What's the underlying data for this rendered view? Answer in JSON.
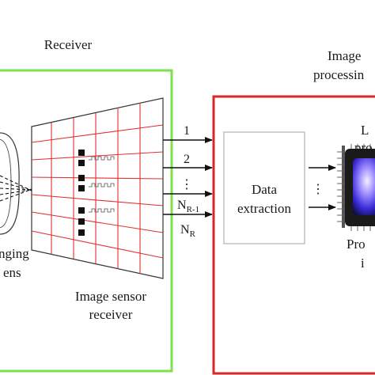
{
  "receiver": {
    "title": "Receiver",
    "lens_label_line1": "nging",
    "lens_label_line2": "ens",
    "sensor_label_line1": "Image sensor",
    "sensor_label_line2": "receiver"
  },
  "outputs": {
    "line1": "1",
    "line2": "2",
    "dots": "⋮",
    "line_n_minus_1_main": "N",
    "line_n_minus_1_sub": "R-1",
    "line_n_main": "N",
    "line_n_sub": "R"
  },
  "processing": {
    "title_line1": "Image",
    "title_line2": "processin",
    "data_extraction_line1": "Data",
    "data_extraction_line2": "extraction",
    "dots": "⋮",
    "chip_label_top1": "L",
    "chip_label_top2": "pro",
    "chip_label_bottom1": "Pro",
    "chip_label_bottom2": "i"
  },
  "colors": {
    "receiver_border": "#7ee04a",
    "processing_border": "#d42a2a",
    "grid": "#e03030",
    "data_box_border": "#b0b0b0",
    "chip_glow": "#7a5cff"
  }
}
